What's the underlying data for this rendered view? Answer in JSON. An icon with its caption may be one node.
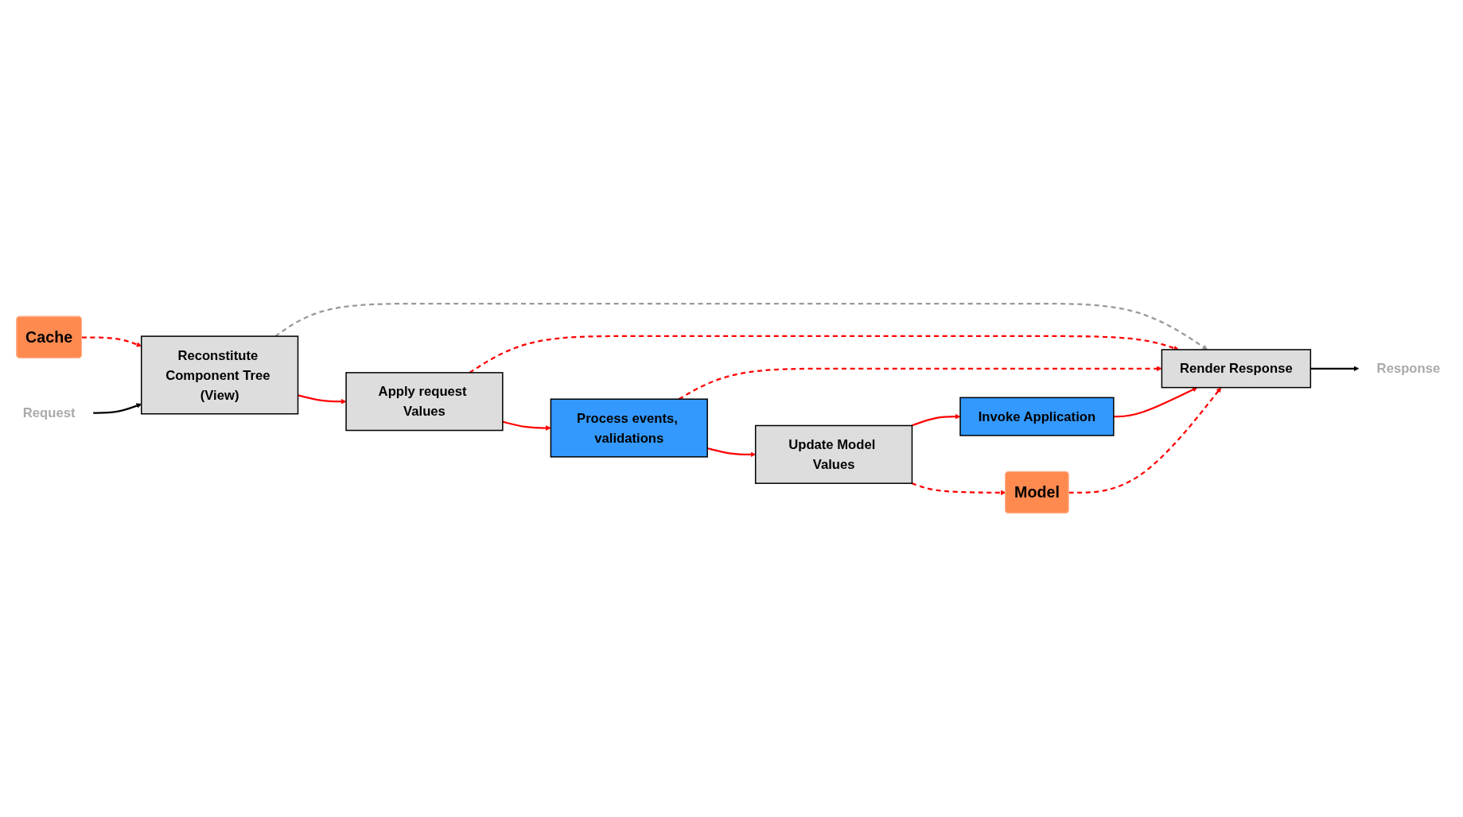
{
  "diagram": {
    "nodes": [
      {
        "text": [
          "Cache"
        ]
      },
      {
        "text": [
          "Request"
        ]
      },
      {
        "text": [
          "Reconstitute Component Tree (View)"
        ]
      },
      {
        "text": [
          "Apply request Values"
        ]
      },
      {
        "text": [
          "Process events, validations"
        ]
      },
      {
        "text": [
          "Response"
        ]
      },
      {
        "text": [
          "Render Response"
        ]
      },
      {
        "text": [
          "Invoke Application"
        ]
      },
      {
        "text": [
          "Update Model Values"
        ]
      },
      {
        "text": [
          "Model"
        ]
      }
    ],
    "edges": [
      {
        "from": 0,
        "to": 2,
        "arrow": "to",
        "style": "dashed"
      },
      {
        "from": 1,
        "to": 2,
        "arrow": "to",
        "color": "#000000"
      },
      {
        "from": 2,
        "to": 3,
        "arrow": "to"
      },
      {
        "from": 3,
        "to": 4,
        "arrow": "to"
      },
      {
        "from": 2,
        "to": 6,
        "arrow": "to",
        "style": "dashed",
        "color": "#999999"
      },
      {
        "from": 3,
        "to": 6,
        "arrow": "to",
        "style": "dashed"
      },
      {
        "from": 4,
        "to": 6,
        "arrow": "to",
        "style": "dashed"
      },
      {
        "from": 4,
        "to": 8,
        "arrow": "to"
      },
      {
        "from": 8,
        "to": 7,
        "arrow": "to"
      },
      {
        "from": 7,
        "to": 6,
        "arrow": "to"
      },
      {
        "from": 6,
        "to": 5,
        "arrow": "to",
        "color": "#000000"
      },
      {
        "from": 8,
        "to": 9,
        "arrow": "to",
        "style": "dashed"
      },
      {
        "from": 9,
        "to": 6,
        "arrow": "to",
        "style": "dashed"
      }
    ]
  }
}
